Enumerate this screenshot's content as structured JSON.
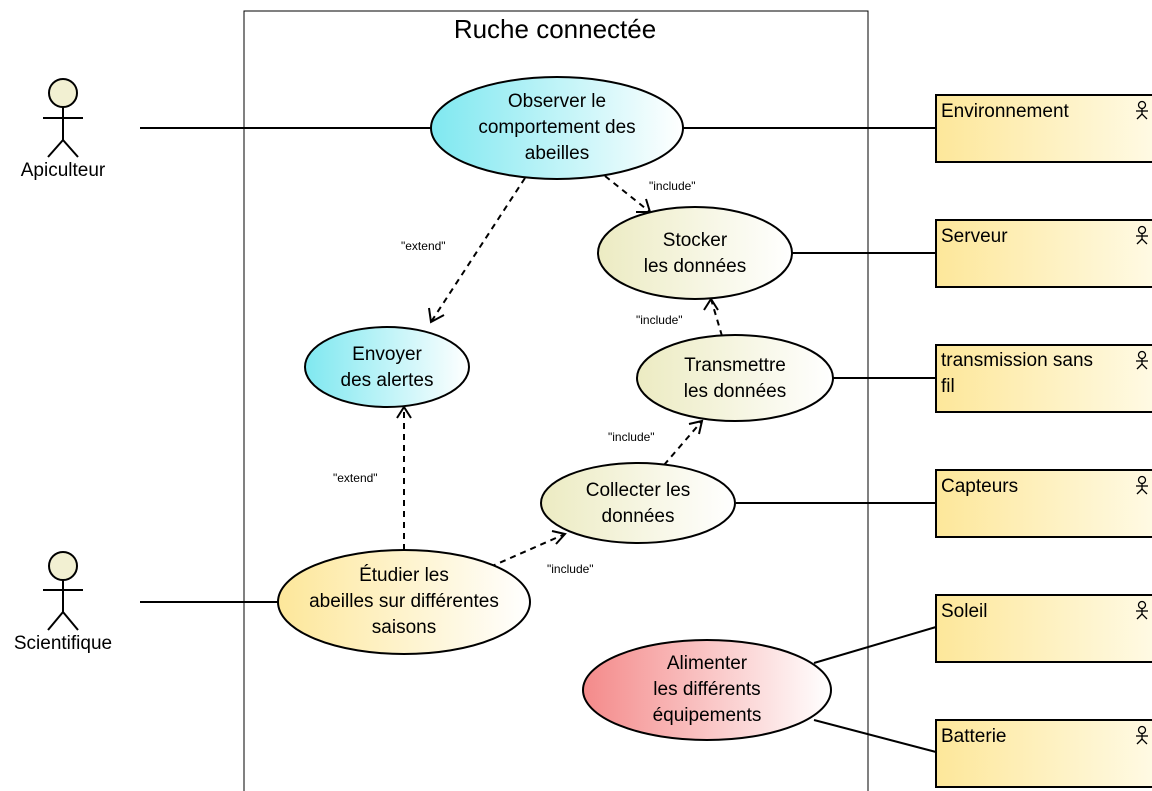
{
  "system": {
    "title": "Ruche connectée"
  },
  "actors": [
    {
      "id": "apiculteur",
      "name": "Apiculteur"
    },
    {
      "id": "scientifique",
      "name": "Scientifique"
    }
  ],
  "use_cases": [
    {
      "id": "observer",
      "lines": [
        "Observer le",
        "comportement des",
        "abeilles"
      ],
      "color": "#7fe8f0"
    },
    {
      "id": "stocker",
      "lines": [
        "Stocker",
        "les données"
      ],
      "color": "#ecebc2"
    },
    {
      "id": "envoyer",
      "lines": [
        "Envoyer",
        "des alertes"
      ],
      "color": "#7fe8f0"
    },
    {
      "id": "transmettre",
      "lines": [
        "Transmettre",
        "les données"
      ],
      "color": "#ecebc2"
    },
    {
      "id": "collecter",
      "lines": [
        "Collecter les",
        "données"
      ],
      "color": "#ecebc2"
    },
    {
      "id": "etudier",
      "lines": [
        "Étudier les",
        "abeilles sur différentes",
        "saisons"
      ],
      "color": "#fde79a"
    },
    {
      "id": "alimenter",
      "lines": [
        "Alimenter",
        "les différents",
        "équipements"
      ],
      "color": "#f48a8a"
    }
  ],
  "external_actors": [
    {
      "id": "environnement",
      "lines": [
        "Environnement"
      ]
    },
    {
      "id": "serveur",
      "lines": [
        "Serveur"
      ]
    },
    {
      "id": "transmission",
      "lines": [
        "transmission sans",
        "fil"
      ]
    },
    {
      "id": "capteurs",
      "lines": [
        "Capteurs"
      ]
    },
    {
      "id": "soleil",
      "lines": [
        "Soleil"
      ]
    },
    {
      "id": "batterie",
      "lines": [
        "Batterie"
      ]
    }
  ],
  "relations": [
    {
      "id": "observer-stocker",
      "label": "\"include\""
    },
    {
      "id": "observer-envoyer",
      "label": "\"extend\""
    },
    {
      "id": "transmettre-stocker",
      "label": "\"include\""
    },
    {
      "id": "collecter-transmettre",
      "label": "\"include\""
    },
    {
      "id": "etudier-envoyer",
      "label": "\"extend\""
    },
    {
      "id": "etudier-collecter",
      "label": "\"include\""
    }
  ],
  "colors": {
    "ellipse_fill_end": "#ffffff",
    "box_fill_start": "#fde79a",
    "box_fill_end": "#fffbe8",
    "actor_head": "#f2f0d2"
  }
}
